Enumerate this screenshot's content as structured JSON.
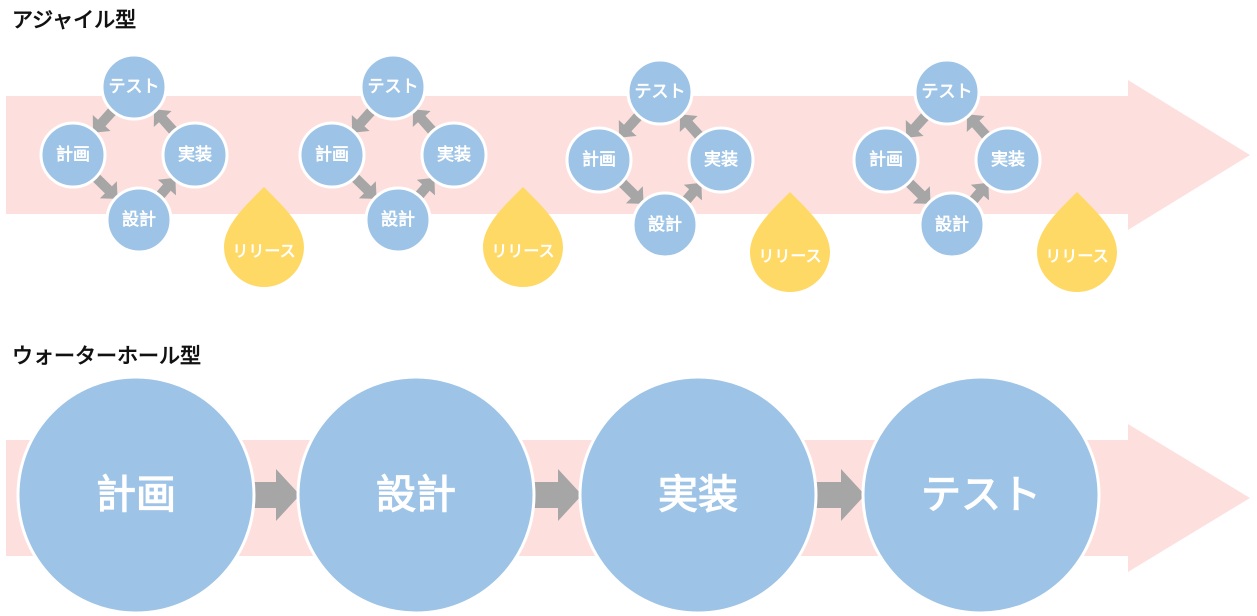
{
  "agile": {
    "title": "アジャイル型",
    "cycle_labels": {
      "plan": "計画",
      "design": "設計",
      "implement": "実装",
      "test": "テスト"
    },
    "release_label": "リリース",
    "iteration_count": 4
  },
  "waterfall": {
    "title": "ウォーターホール型",
    "phases": [
      "計画",
      "設計",
      "実装",
      "テスト"
    ]
  },
  "colors": {
    "band": "#fde0de",
    "node": "#9dc3e6",
    "node_stroke": "#ffffff",
    "arrow": "#a6a6a6",
    "release": "#ffd966",
    "title_text": "#111111"
  }
}
